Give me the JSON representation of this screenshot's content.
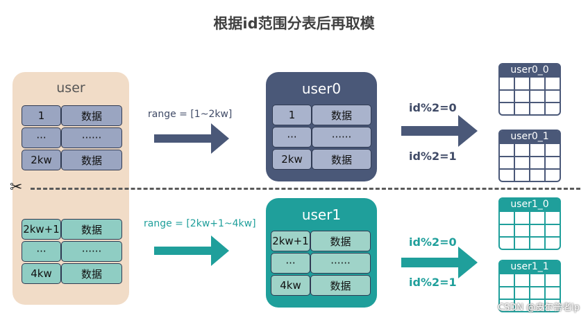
{
  "title": "根据id范围分表后再取模",
  "source": {
    "label": "user",
    "upper_rows": [
      [
        "1",
        "数据"
      ],
      [
        "···",
        "······"
      ],
      [
        "2kw",
        "数据"
      ]
    ],
    "lower_rows": [
      [
        "2kw+1",
        "数据"
      ],
      [
        "···",
        "······"
      ],
      [
        "4kw",
        "数据"
      ]
    ]
  },
  "upper": {
    "range_label": "range = [1~2kw]",
    "shard_label": "user0",
    "rows": [
      [
        "1",
        "数据"
      ],
      [
        "···",
        "······"
      ],
      [
        "2kw",
        "数据"
      ]
    ],
    "mod_even": "id%2=0",
    "mod_odd": "id%2=1",
    "tables": [
      "user0_0",
      "user0_1"
    ]
  },
  "lower": {
    "range_label": "range = [2kw+1~4kw]",
    "shard_label": "user1",
    "rows": [
      [
        "2kw+1",
        "数据"
      ],
      [
        "···",
        "······"
      ],
      [
        "4kw",
        "数据"
      ]
    ],
    "mod_even": "id%2=0",
    "mod_odd": "id%2=1",
    "tables": [
      "user1_0",
      "user1_1"
    ]
  },
  "colors": {
    "navy": "#4a5878",
    "teal": "#1f9f9b",
    "peach": "#f1dcc7",
    "light_blue_cell": "#9aa5c1",
    "light_teal_cell": "#8fcdc3"
  },
  "watermark": "CSDN @皮尔普老lp"
}
